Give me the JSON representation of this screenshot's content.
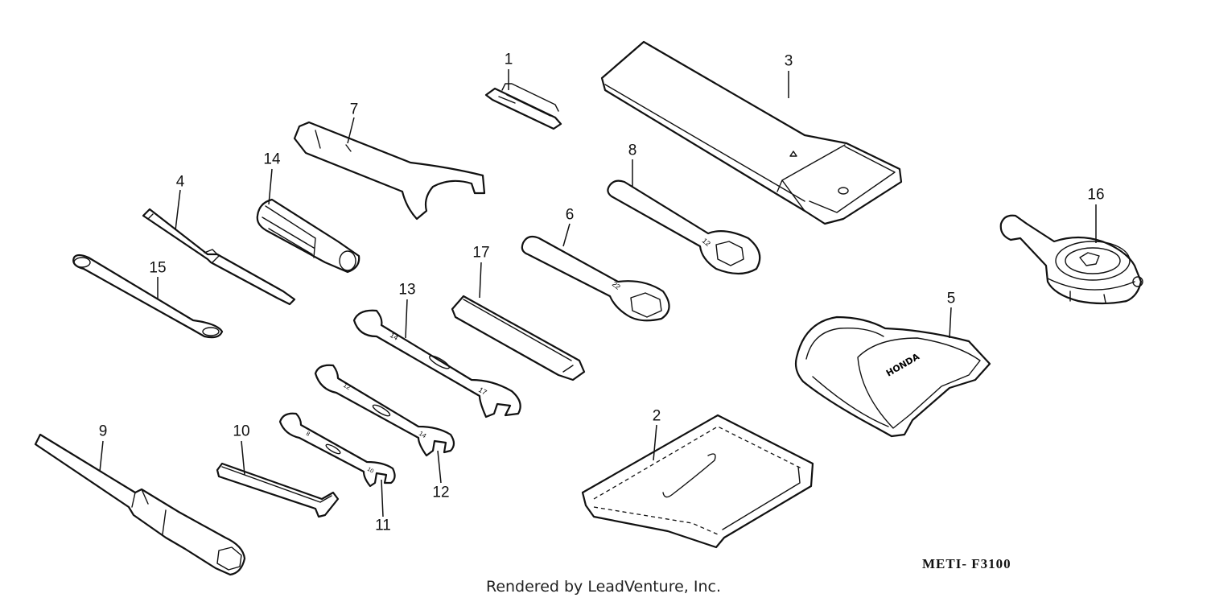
{
  "diagram": {
    "part_numbers": [
      "1",
      "2",
      "3",
      "4",
      "5",
      "6",
      "7",
      "8",
      "9",
      "10",
      "11",
      "12",
      "13",
      "14",
      "15",
      "16",
      "17"
    ],
    "diagram_code": "METI- F3100",
    "footer_credit": "Rendered by LeadVenture, Inc.",
    "brand_mark": "HONDA",
    "tool_markings": {
      "wrench_6": "22",
      "wrench_8": "12",
      "wrench_13_ends": [
        "14",
        "17"
      ],
      "wrench_12_ends": [
        "12",
        "14"
      ],
      "wrench_11_ends": [
        "8",
        "10"
      ]
    }
  }
}
